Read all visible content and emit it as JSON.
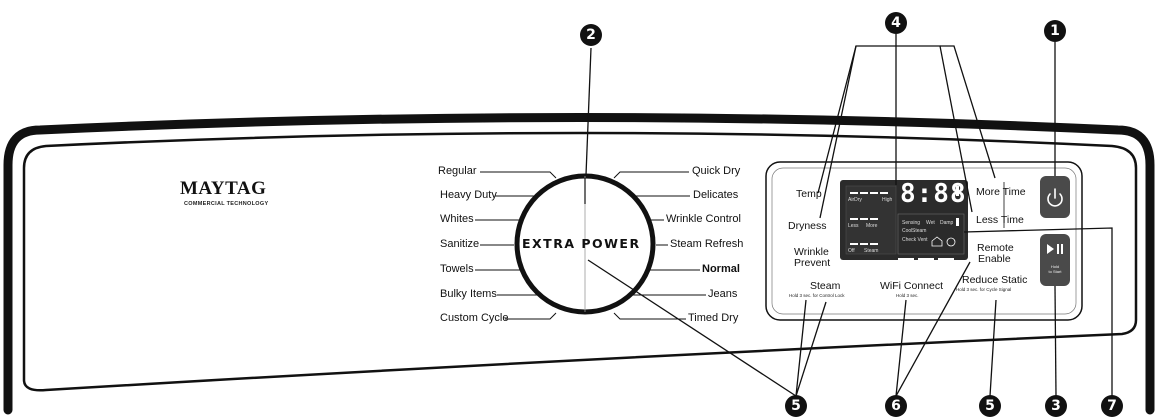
{
  "brand": {
    "name": "MAYTAG",
    "tagline": "COMMERCIAL TECHNOLOGY"
  },
  "dial": {
    "center_label": "EXTRA POWER",
    "left_cycles": [
      "Regular",
      "Heavy Duty",
      "Whites",
      "Sanitize",
      "Towels",
      "Bulky Items",
      "Custom Cycle"
    ],
    "right_cycles": [
      "Quick Dry",
      "Delicates",
      "Wrinkle Control",
      "Steam Refresh",
      "Normal",
      "Jeans",
      "Timed Dry"
    ]
  },
  "controls": {
    "temp": "Temp",
    "dryness": "Dryness",
    "wrinkle_prevent_1": "Wrinkle",
    "wrinkle_prevent_2": "Prevent",
    "steam": "Steam",
    "steam_hold": "Hold 3 sec. for Control Lock",
    "wifi": "WiFi Connect",
    "wifi_hold": "Hold 3 sec.",
    "reduce_static": "Reduce Static",
    "reduce_static_hold": "Hold 3 sec. for Cycle Signal",
    "more_time": "More Time",
    "less_time": "Less Time",
    "remote_1": "Remote",
    "remote_2": "Enable",
    "start_hold_1": "Hold",
    "start_hold_2": "to Start"
  },
  "display": {
    "digits": "8:88",
    "air_dry": "AirDry",
    "high": "High",
    "less": "Less",
    "more": "More",
    "off": "Off",
    "steam": "Steam",
    "sensing": "Sensing",
    "wet": "Wet",
    "damp": "Damp",
    "cool": "Cool",
    "steam_status": "Steam",
    "check_vent": "Check Vent"
  },
  "callouts": {
    "c1": "1",
    "c2": "2",
    "c3": "3",
    "c4": "4",
    "c5a": "5",
    "c5b": "5",
    "c6": "6",
    "c7": "7"
  },
  "colors": {
    "ink": "#111111",
    "panel_bg": "#ffffff",
    "button": "#4a4a4a",
    "display": "#2b2b2b"
  }
}
